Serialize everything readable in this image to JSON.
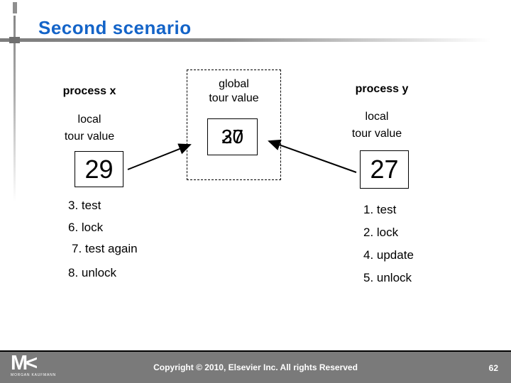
{
  "title": "Second scenario",
  "diagram": {
    "global_box": {
      "label": "global\ntour value",
      "old_value": "30",
      "new_value": "27"
    },
    "process_x": {
      "title": "process x",
      "local_label": "local\ntour value",
      "value": "29"
    },
    "process_y": {
      "title": "process y",
      "local_label": "local\ntour value",
      "value": "27"
    }
  },
  "process_x_steps": [
    "3. test",
    "6. lock",
    "7. test again",
    "8. unlock"
  ],
  "process_y_steps": [
    "1. test",
    "2. lock",
    "4. update",
    "5. unlock"
  ],
  "footer": {
    "copyright": "Copyright © 2010, Elsevier Inc. All rights Reserved",
    "page_number": "62",
    "logo_mark": "M<",
    "logo_caption": "MORGAN KAUFMANN"
  },
  "colors": {
    "title_blue": "#1464c8",
    "footer_gray": "#7a7a7a",
    "accent_line_gray": "#8f8f8f"
  }
}
